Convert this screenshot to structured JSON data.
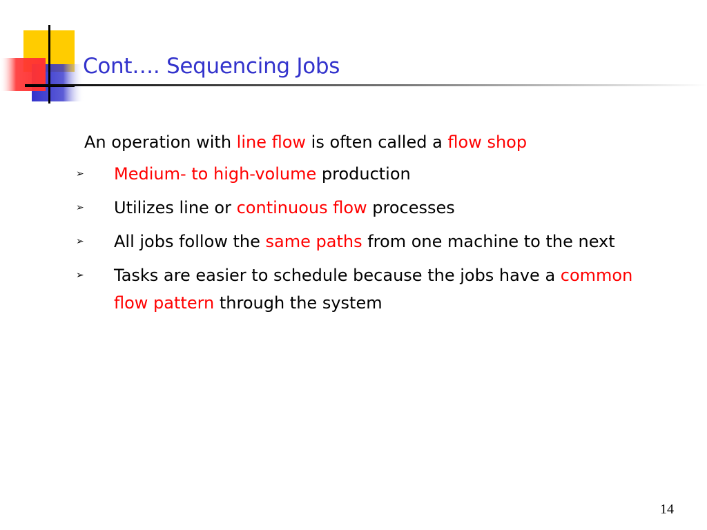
{
  "colors": {
    "title": "#3333cc",
    "text": "#000000",
    "highlight": "#ff0000",
    "accent_yellow": "#ffcc00",
    "accent_red": "#ff3333",
    "accent_blue": "#3333cc"
  },
  "slide": {
    "title": "Cont…. Sequencing Jobs",
    "intro": {
      "parts": [
        "An operation with ",
        "line flow",
        " is often called a ",
        "flow shop"
      ]
    },
    "bullet_icon": "chevron-right-icon",
    "bullets": [
      {
        "parts": [
          "Medium- to high-volume",
          " production"
        ]
      },
      {
        "parts": [
          "Utilizes line or ",
          "continuous flow",
          " processes"
        ]
      },
      {
        "parts": [
          "All jobs follow the ",
          "same paths",
          " from one machine to the next"
        ]
      },
      {
        "parts": [
          "Tasks are easier to schedule because the jobs have a ",
          "common flow pattern",
          " through the system"
        ]
      }
    ],
    "bullet_marker": "➢",
    "page_number": "14"
  }
}
